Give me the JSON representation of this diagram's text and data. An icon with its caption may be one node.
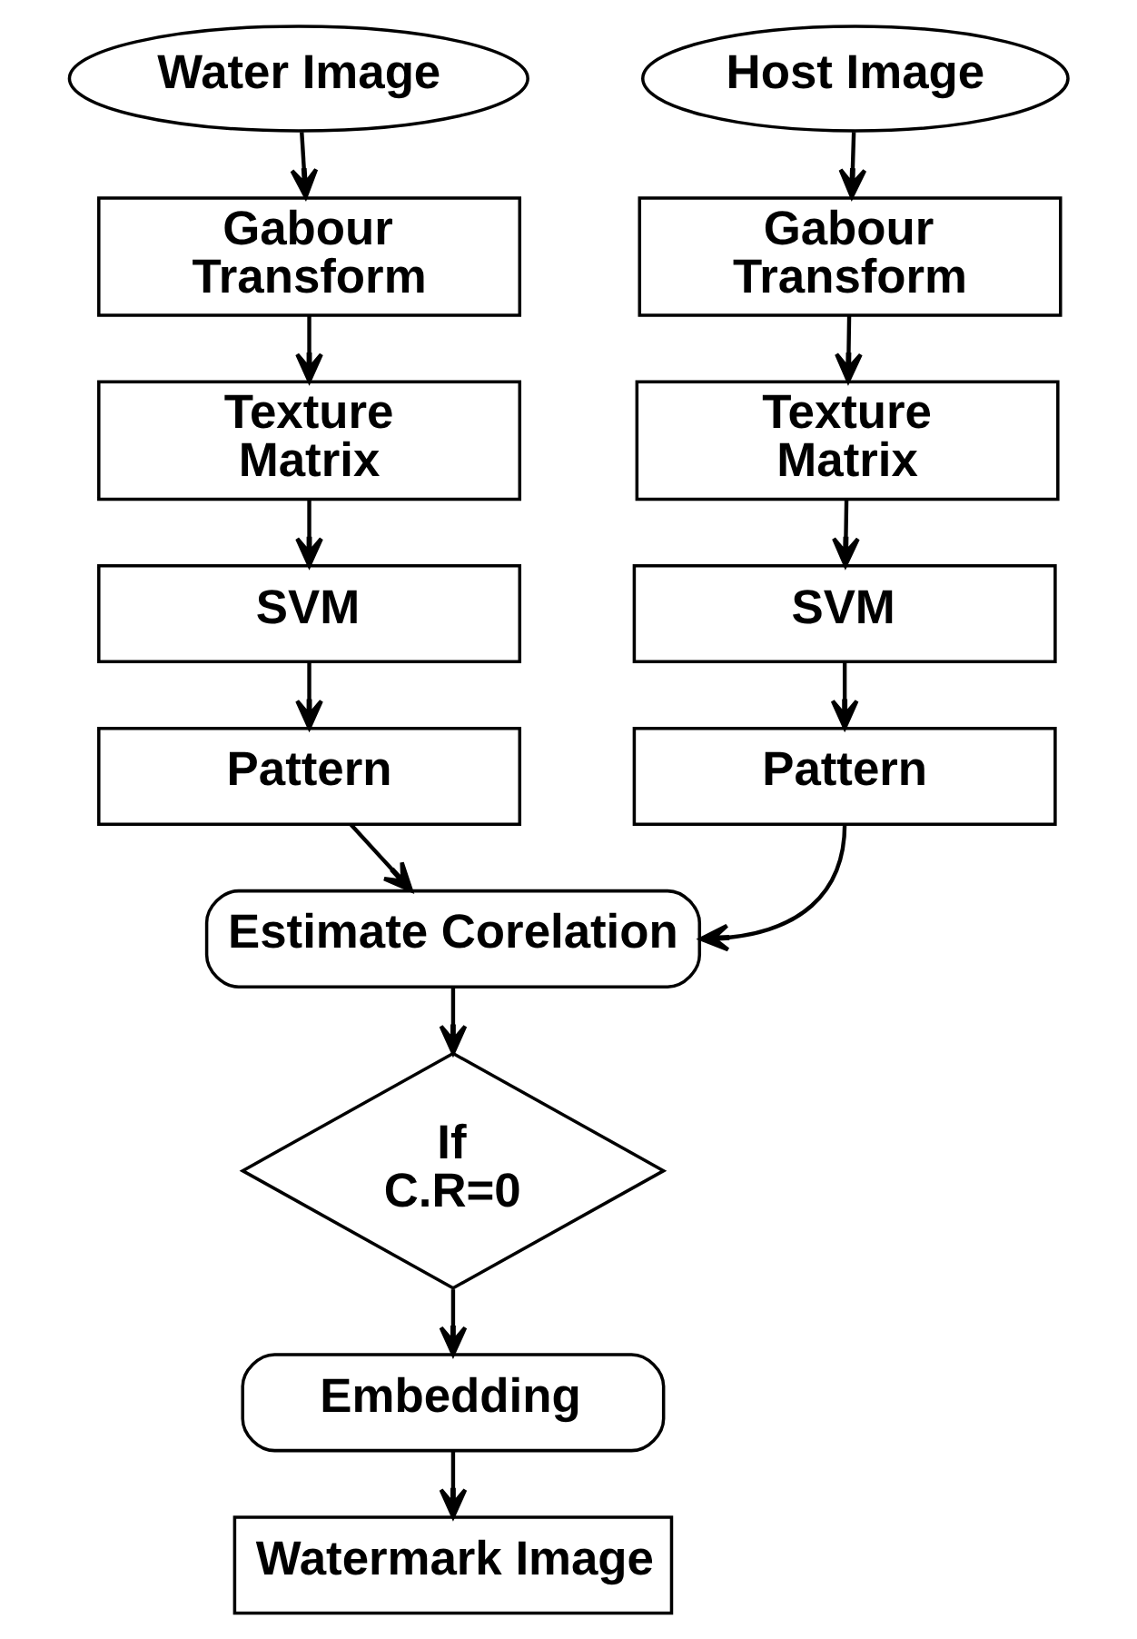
{
  "diagram": {
    "nodes": [
      {
        "text": [
          "Water Image"
        ]
      },
      {
        "text": [
          "Gabour Transform"
        ]
      },
      {
        "text": [
          "Texture Matrix"
        ]
      },
      {
        "text": [
          "SVM"
        ]
      },
      {
        "text": [
          "Pattern"
        ]
      },
      {
        "text": [
          "Host Image"
        ]
      },
      {
        "text": [
          "Gabour Transform"
        ]
      },
      {
        "text": [
          "Texture Matrix"
        ]
      },
      {
        "text": [
          "SVM"
        ]
      },
      {
        "text": [
          "Pattern"
        ]
      },
      {
        "text": [
          "Estimate Corelation"
        ]
      },
      {
        "text": [
          "If C.R=0"
        ]
      },
      {
        "text": [
          "Embedding"
        ]
      },
      {
        "text": [
          "Watermark Image"
        ]
      }
    ],
    "edges": [
      {
        "from": 0,
        "to": 1,
        "arrow": "to"
      },
      {
        "from": 1,
        "to": 2,
        "arrow": "to"
      },
      {
        "from": 2,
        "to": 3,
        "arrow": "to"
      },
      {
        "from": 3,
        "to": 4,
        "arrow": "to"
      },
      {
        "from": 5,
        "to": 6,
        "arrow": "to"
      },
      {
        "from": 6,
        "to": 7,
        "arrow": "to"
      },
      {
        "from": 7,
        "to": 8,
        "arrow": "to"
      },
      {
        "from": 8,
        "to": 9,
        "arrow": "to"
      },
      {
        "from": 4,
        "to": 10,
        "arrow": "to"
      },
      {
        "from": 9,
        "to": 10,
        "arrow": "to"
      },
      {
        "from": 10,
        "to": 11,
        "arrow": "to"
      },
      {
        "from": 11,
        "to": 12,
        "arrow": "to"
      },
      {
        "from": 12,
        "to": 13,
        "arrow": "to"
      }
    ]
  }
}
